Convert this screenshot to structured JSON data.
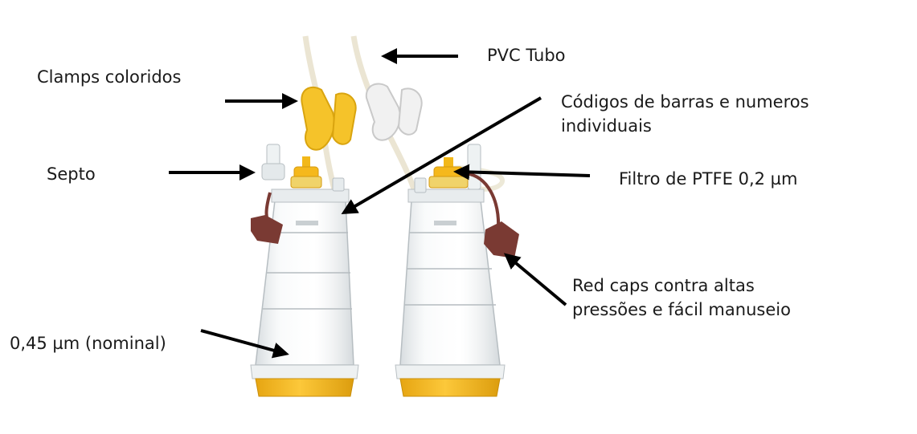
{
  "labels": {
    "pvc_tube": "PVC Tubo",
    "colored_clamps": "Clamps coloridos",
    "barcodes_line1": "Códigos de barras e numeros",
    "barcodes_line2": "individuais",
    "septum": "Septo",
    "ptfe_filter": "Filtro de PTFE 0,2 µm",
    "red_caps_line1": "Red caps contra altas",
    "red_caps_line2": "pressões e fácil manuseio",
    "pore_size": "0,45 µm (nominal)"
  },
  "colors": {
    "yellow": "#f5b81c",
    "yellow_dark": "#d99a0c",
    "red_cap": "#7a3a33",
    "clamp_white": "#eeeeee",
    "clear_plastic": "#dde3e6",
    "arrow": "#000000",
    "text": "#1a1a1a"
  }
}
